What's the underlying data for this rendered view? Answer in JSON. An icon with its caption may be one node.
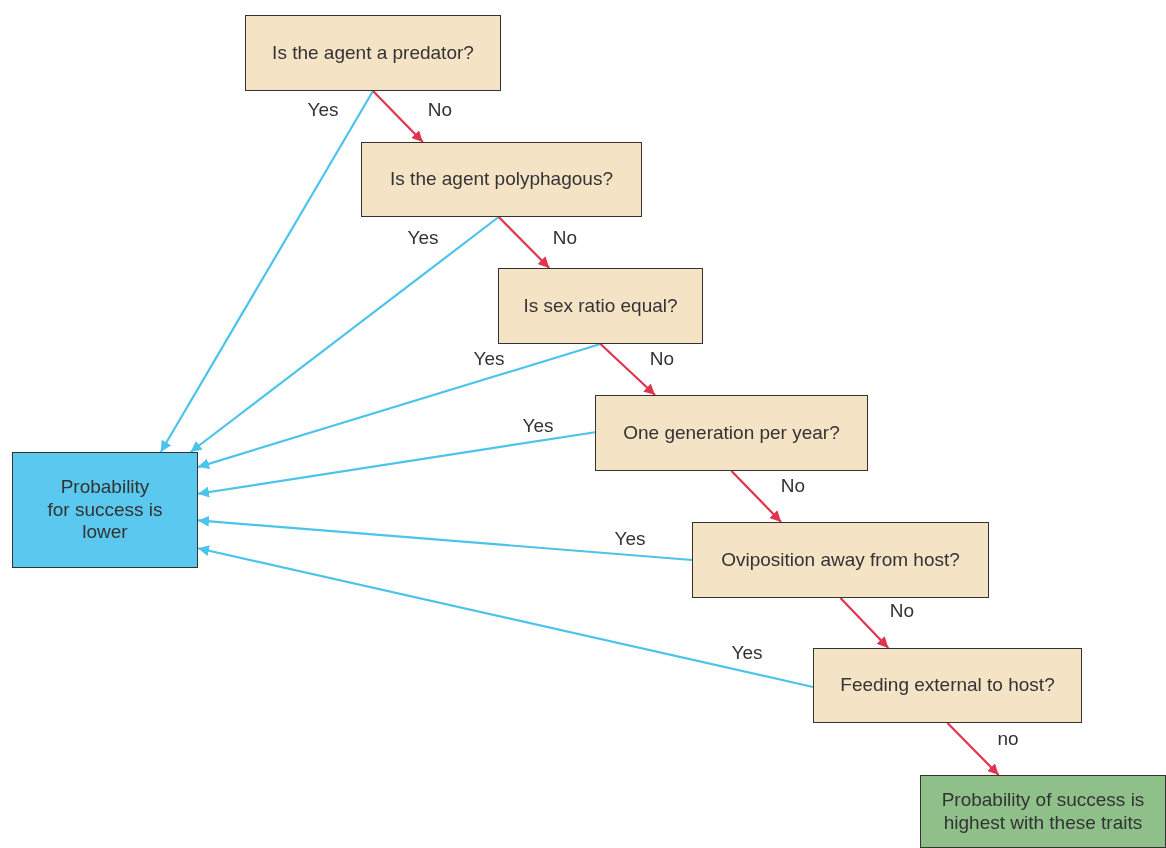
{
  "diagram": {
    "nodes": [
      {
        "text": [
          "Is the agent a predator?"
        ]
      },
      {
        "text": [
          "Is the agent polyphagous?"
        ]
      },
      {
        "text": [
          "Is sex ratio equal?"
        ]
      },
      {
        "text": [
          "One generation per year?"
        ]
      },
      {
        "text": [
          "Oviposition away from host?"
        ]
      },
      {
        "text": [
          "Feeding external to host?"
        ]
      },
      {
        "text": [
          "Probability for success is lower"
        ]
      },
      {
        "text": [
          "Probability of success is highest with these traits"
        ]
      }
    ],
    "edges": [
      {
        "from": 0,
        "to": 6,
        "arrow": "to",
        "label": "Yes",
        "color": "#4cc3ea"
      },
      {
        "from": 0,
        "to": 1,
        "arrow": "to",
        "label": "No",
        "color": "#e0344f"
      },
      {
        "from": 1,
        "to": 6,
        "arrow": "to",
        "label": "Yes",
        "color": "#4cc3ea"
      },
      {
        "from": 1,
        "to": 2,
        "arrow": "to",
        "label": "No",
        "color": "#e0344f"
      },
      {
        "from": 2,
        "to": 6,
        "arrow": "to",
        "label": "Yes",
        "color": "#4cc3ea"
      },
      {
        "from": 2,
        "to": 3,
        "arrow": "to",
        "label": "No",
        "color": "#e0344f"
      },
      {
        "from": 3,
        "to": 6,
        "arrow": "to",
        "label": "Yes",
        "color": "#4cc3ea"
      },
      {
        "from": 3,
        "to": 4,
        "arrow": "to",
        "label": "No",
        "color": "#e0344f"
      },
      {
        "from": 4,
        "to": 6,
        "arrow": "to",
        "label": "Yes",
        "color": "#4cc3ea"
      },
      {
        "from": 4,
        "to": 5,
        "arrow": "to",
        "label": "No",
        "color": "#e0344f"
      },
      {
        "from": 5,
        "to": 6,
        "arrow": "to",
        "label": "Yes",
        "color": "#4cc3ea"
      },
      {
        "from": 5,
        "to": 7,
        "arrow": "to",
        "label": "no",
        "color": "#e0344f"
      }
    ]
  }
}
